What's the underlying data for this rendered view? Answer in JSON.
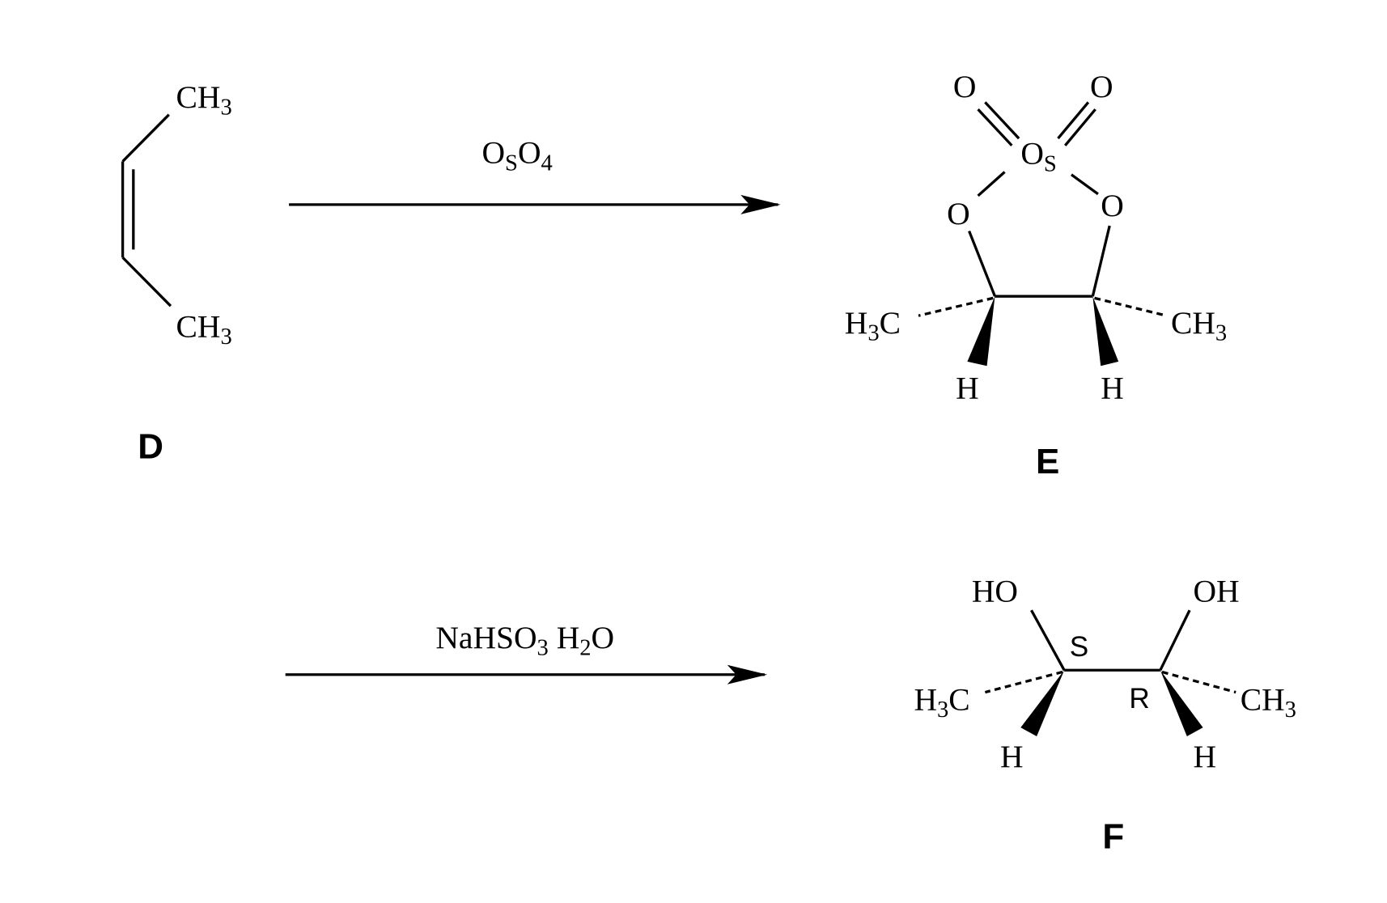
{
  "compounds": {
    "D": {
      "label": "D",
      "top_group": "CH",
      "top_sub": "3",
      "bottom_group": "CH",
      "bottom_sub": "3"
    },
    "E": {
      "label": "E",
      "oxo1": "O",
      "oxo2": "O",
      "metal": "O",
      "metal_sub": "S",
      "ring_o1": "O",
      "ring_o2": "O",
      "left_group_h": "H",
      "left_group_sub": "3",
      "left_group_c": "C",
      "right_group": "CH",
      "right_sub": "3",
      "h_left": "H",
      "h_right": "H"
    },
    "F": {
      "label": "F",
      "ho": "HO",
      "oh": "OH",
      "config_left": "S",
      "config_right": "R",
      "left_group_h": "H",
      "left_group_sub": "3",
      "left_group_c": "C",
      "right_group": "CH",
      "right_sub": "3",
      "h_left": "H",
      "h_right": "H"
    }
  },
  "reactions": [
    {
      "reagent_parts": [
        "O",
        "S",
        "O",
        "4"
      ]
    },
    {
      "reagent_parts": [
        "NaHSO",
        "3",
        " H",
        "2",
        "O"
      ]
    }
  ]
}
